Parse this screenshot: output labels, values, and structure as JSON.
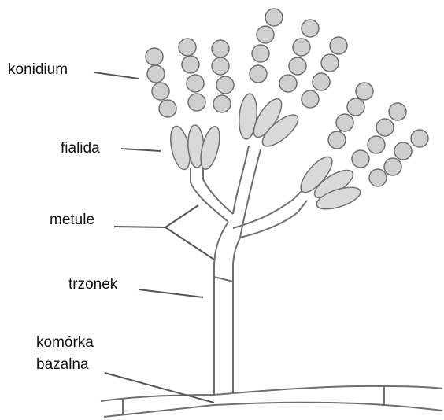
{
  "labels": {
    "conidium": "konidium",
    "phialide": "fialida",
    "metulae": "metule",
    "stipe": "trzonek",
    "basal_cell_line1": "komórka",
    "basal_cell_line2": "bazalna"
  },
  "colors": {
    "outline": "#6f6f6f",
    "fill_phialide": "#d9d9d9",
    "fill_conidium": "#cfcfcf",
    "hypha_fill": "#ffffff",
    "leader": "#555555",
    "text": "#111111"
  }
}
